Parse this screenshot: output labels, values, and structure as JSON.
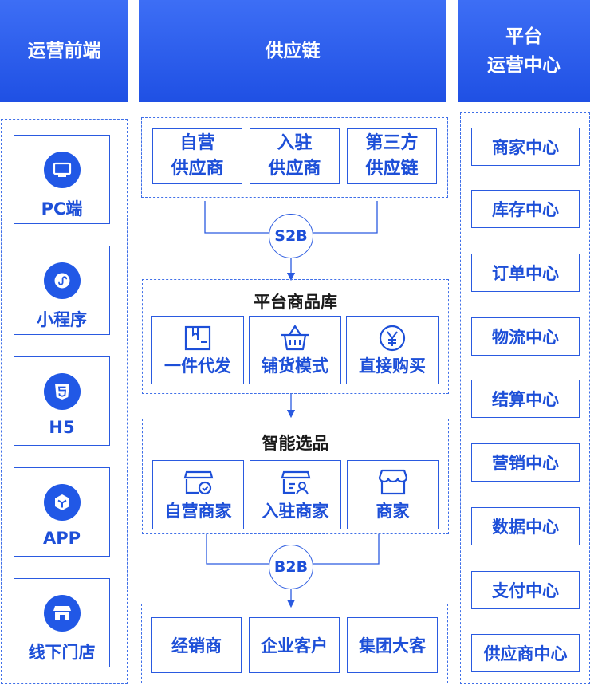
{
  "headers": {
    "left": "运营前端",
    "middle": "供应链",
    "right_line1": "平台",
    "right_line2": "运营中心"
  },
  "left_cards": [
    {
      "label": "PC端",
      "icon": "monitor-icon"
    },
    {
      "label": "小程序",
      "icon": "mini-program-icon"
    },
    {
      "label": "H5",
      "icon": "html5-icon"
    },
    {
      "label": "APP",
      "icon": "app-box-icon"
    },
    {
      "label": "线下门店",
      "icon": "store-icon"
    }
  ],
  "suppliers": [
    {
      "line1": "自营",
      "line2": "供应商"
    },
    {
      "line1": "入驻",
      "line2": "供应商"
    },
    {
      "line1": "第三方",
      "line2": "供应链"
    }
  ],
  "s2b_label": "S2B",
  "product_pool": {
    "title": "平台商品库",
    "items": [
      {
        "label": "一件代发",
        "icon": "parcel-icon"
      },
      {
        "label": "铺货模式",
        "icon": "basket-icon"
      },
      {
        "label": "直接购买",
        "icon": "yen-coin-icon"
      }
    ]
  },
  "smart_select": {
    "title": "智能选品",
    "items": [
      {
        "label": "自营商家",
        "icon": "self-shop-icon"
      },
      {
        "label": "入驻商家",
        "icon": "settled-shop-icon"
      },
      {
        "label": "商家",
        "icon": "shop-icon"
      }
    ]
  },
  "b2b_label": "B2B",
  "customers": [
    "经销商",
    "企业客户",
    "集团大客"
  ],
  "right_centers": [
    "商家中心",
    "库存中心",
    "订单中心",
    "物流中心",
    "结算中心",
    "营销中心",
    "数据中心",
    "支付中心",
    "供应商中心"
  ],
  "colors": {
    "primary": "#2158e6",
    "header_top": "#3d6ef5",
    "header_bottom": "#1f50e4",
    "title_text": "#1a1a1a"
  }
}
